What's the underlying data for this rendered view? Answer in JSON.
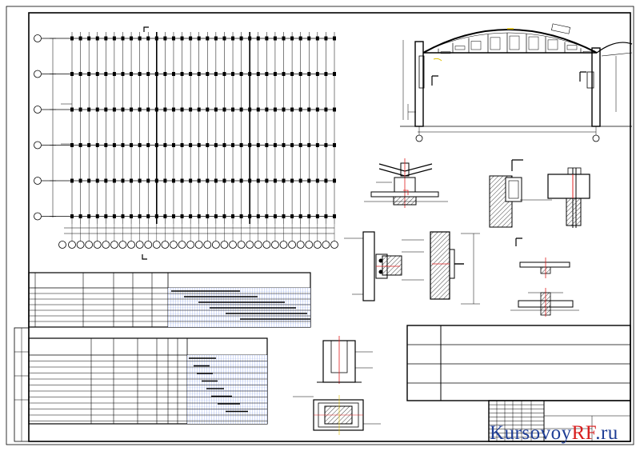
{
  "watermark": {
    "text_prefix": "Kursovoy",
    "text_highlight": "RF",
    "text_suffix": ".ru",
    "colors": {
      "main": "#1f3e96",
      "highlight": "#d81e1e"
    }
  },
  "plan": {
    "axis_rows": 6,
    "axis_cols": 32,
    "section_mark": "Г"
  },
  "schedule_table_1": {
    "row_labels": [
      "",
      "",
      "",
      "",
      ""
    ],
    "gantt_rows": 6
  },
  "schedule_table_2": {
    "gantt_rows": 8
  },
  "colors": {
    "line": "#000000",
    "grid_blue": "#3b5bd6",
    "accent_red": "#e02020",
    "accent_yellow": "#e0c000",
    "hatch": "#444444"
  }
}
